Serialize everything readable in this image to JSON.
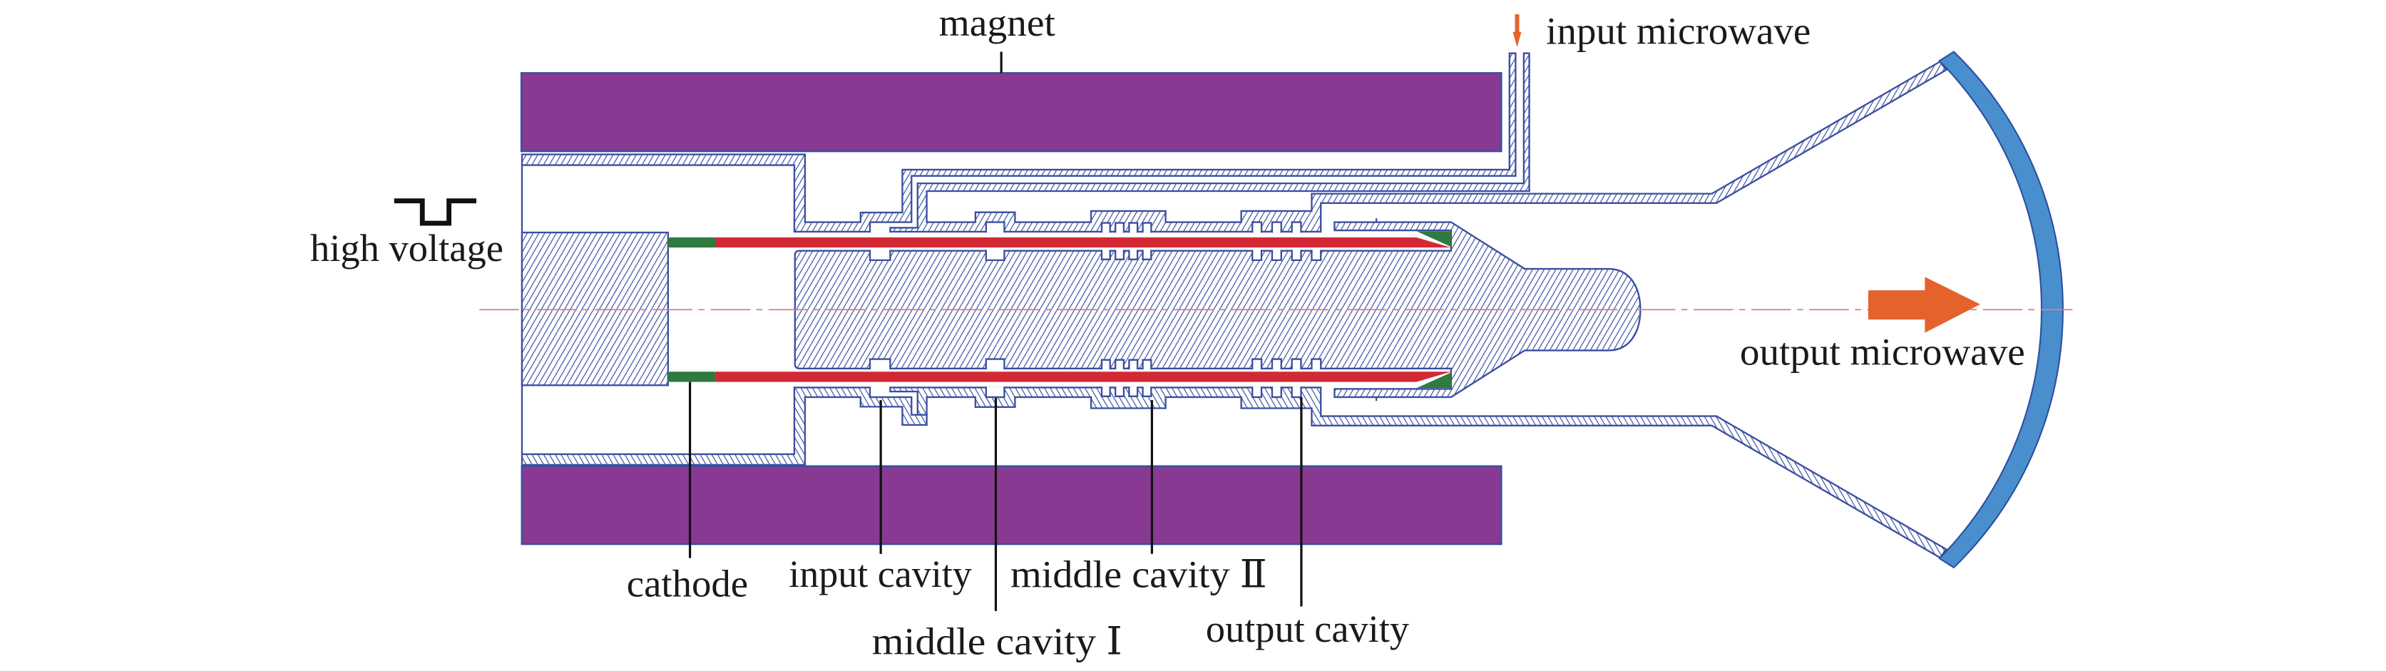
{
  "labels": {
    "magnet": "magnet",
    "input_microwave": "input microwave",
    "high_voltage": "high voltage",
    "output_microwave": "output microwave",
    "cathode": "cathode",
    "input_cavity": "input cavity",
    "middle_cavity_1": "middle cavity Ⅰ",
    "middle_cavity_2": "middle cavity Ⅱ",
    "output_cavity": "output cavity"
  },
  "icons": {
    "input_microwave": "arrow-down-icon",
    "output_microwave": "arrow-right-icon",
    "high_voltage": "pulse-icon"
  },
  "colors": {
    "magnet": "#883a92",
    "electron_beam": "#d22a35",
    "cathode_emitter": "#2f7a3e",
    "collector_tip": "#2f7a3e",
    "output_window": "#4a8fcd",
    "arrow": "#e4622b",
    "outline": "#3a4fa0",
    "axis": "#e07a87"
  }
}
